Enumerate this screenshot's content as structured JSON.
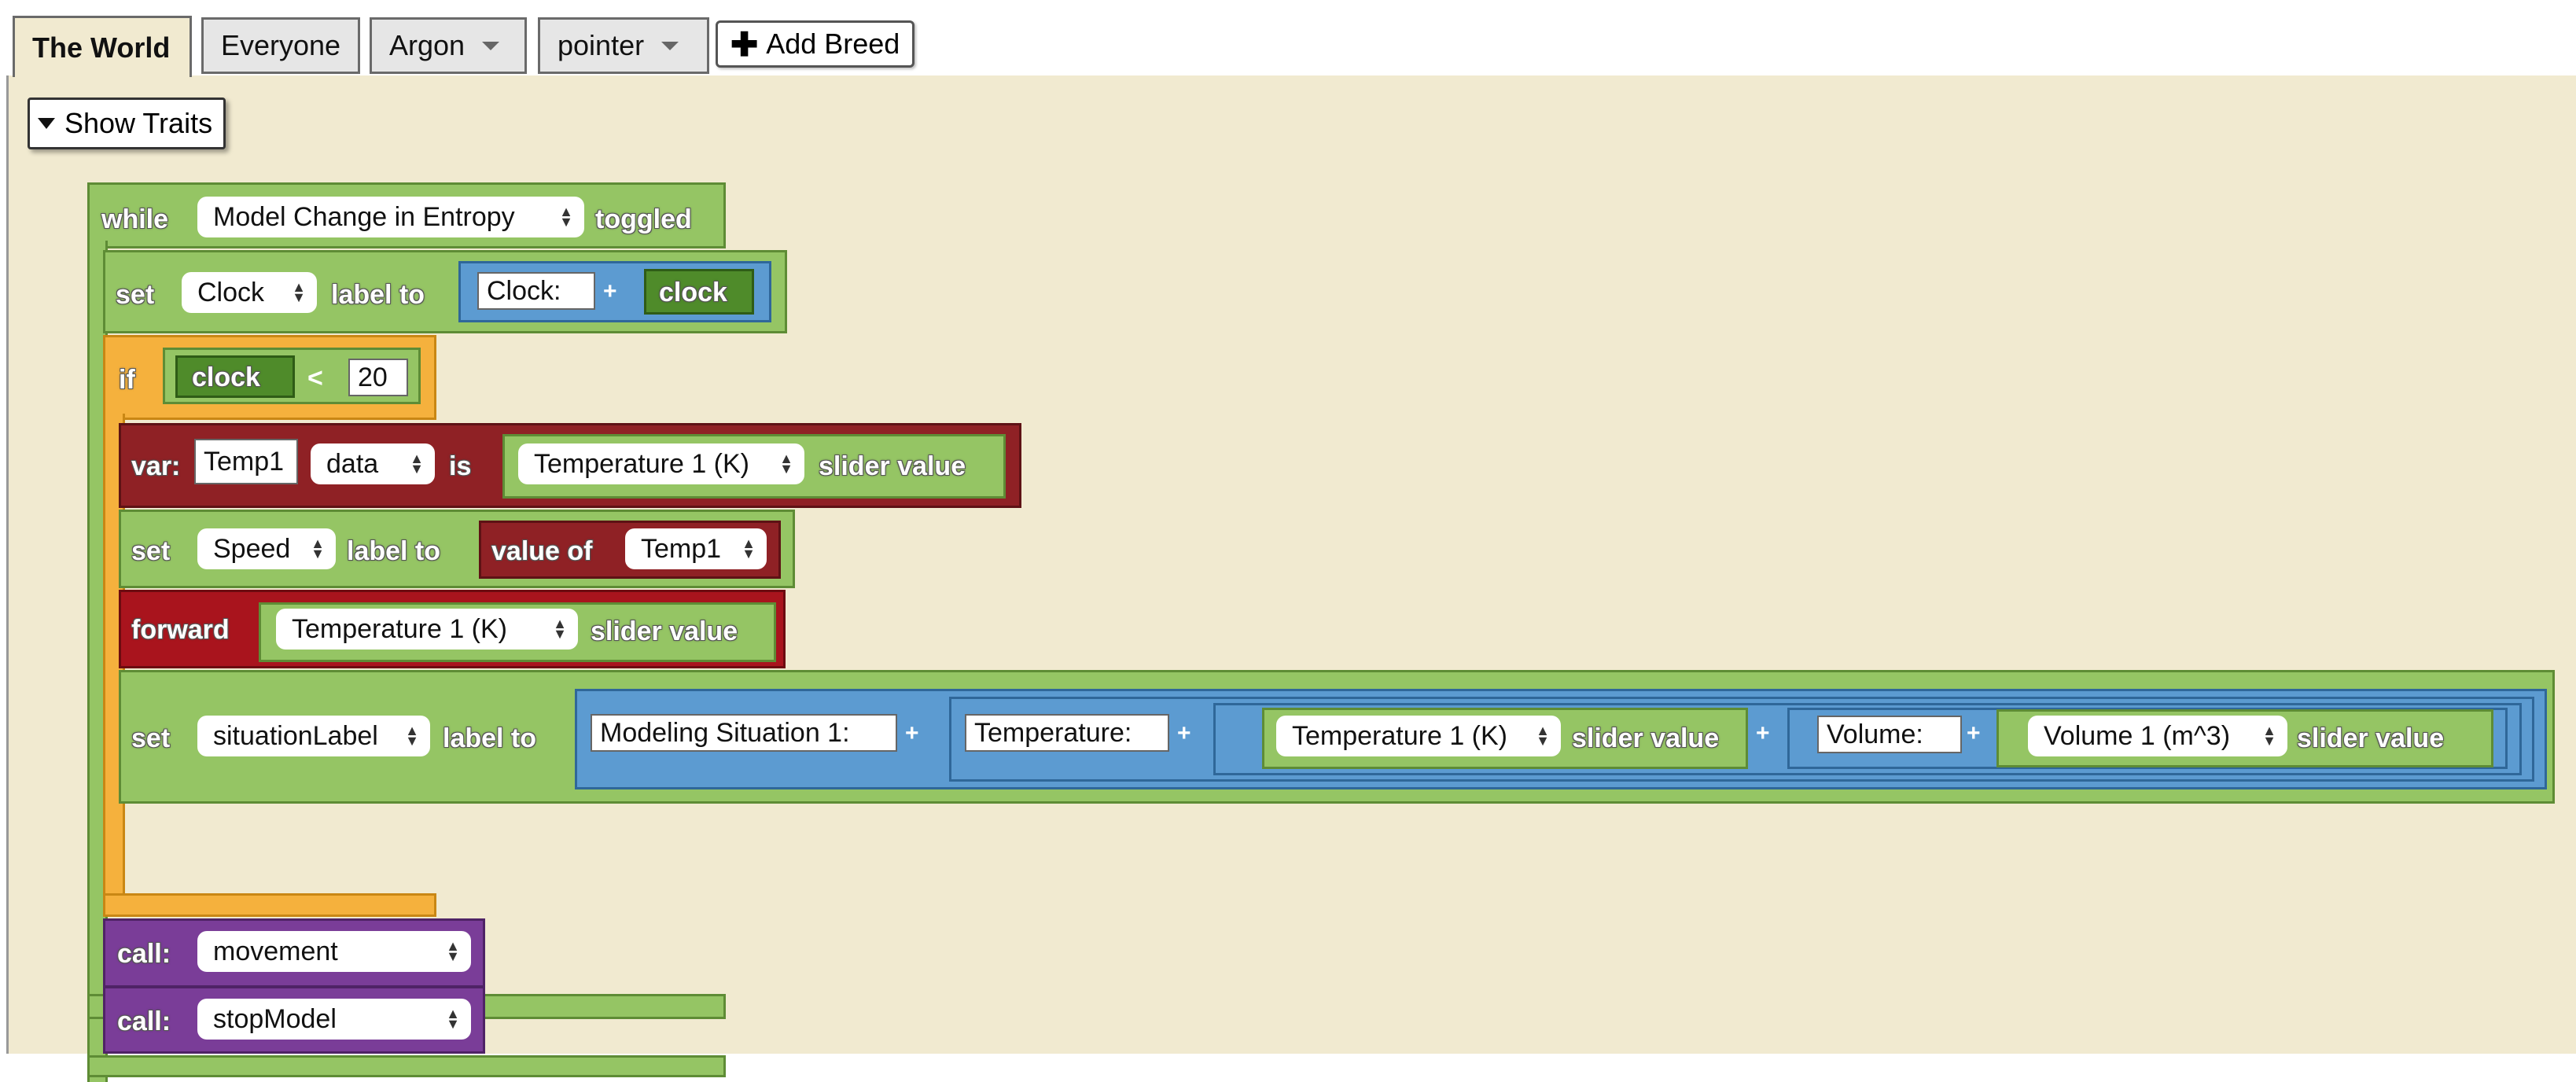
{
  "tabs": {
    "world": "The World",
    "everyone": "Everyone",
    "argon": "Argon",
    "pointer": "pointer",
    "add_breed": "Add Breed"
  },
  "traits_toggle": "Show Traits",
  "blocks": {
    "while": {
      "keyword": "while",
      "dropdown": "Model Change in Entropy",
      "suffix": "toggled"
    },
    "set_clock": {
      "keyword": "set",
      "dropdown": "Clock",
      "middle": "label to",
      "text": "Clock:",
      "plus": "+",
      "var": "clock"
    },
    "if": {
      "keyword": "if",
      "var": "clock",
      "op": "<",
      "value": "20"
    },
    "var_temp": {
      "keyword": "var:",
      "name": "Temp1",
      "type": "data",
      "is": "is",
      "slider": "Temperature 1 (K)",
      "suffix": "slider value"
    },
    "set_speed": {
      "keyword": "set",
      "dropdown": "Speed",
      "middle": "label to",
      "value_of": "value of",
      "var": "Temp1"
    },
    "forward": {
      "keyword": "forward",
      "slider": "Temperature 1 (K)",
      "suffix": "slider value"
    },
    "set_situation": {
      "keyword": "set",
      "dropdown": "situationLabel",
      "middle": "label to",
      "text1": "Modeling Situation 1:",
      "text2": "Temperature:",
      "slider1": "Temperature 1 (K)",
      "suffix1": "slider value",
      "text3": "Volume:",
      "slider2": "Volume 1 (m^3)",
      "suffix2": "slider value",
      "plus": "+"
    },
    "call_movement": {
      "keyword": "call:",
      "dropdown": "movement"
    },
    "call_stop": {
      "keyword": "call:",
      "dropdown": "stopModel"
    }
  },
  "colors": {
    "workspace": "#f1ead0",
    "green": "#95c564",
    "orange": "#f5b13d",
    "maroon": "#8f2125",
    "red": "#a9141d",
    "blue": "#5c9bd1",
    "purple": "#7a3d98"
  }
}
